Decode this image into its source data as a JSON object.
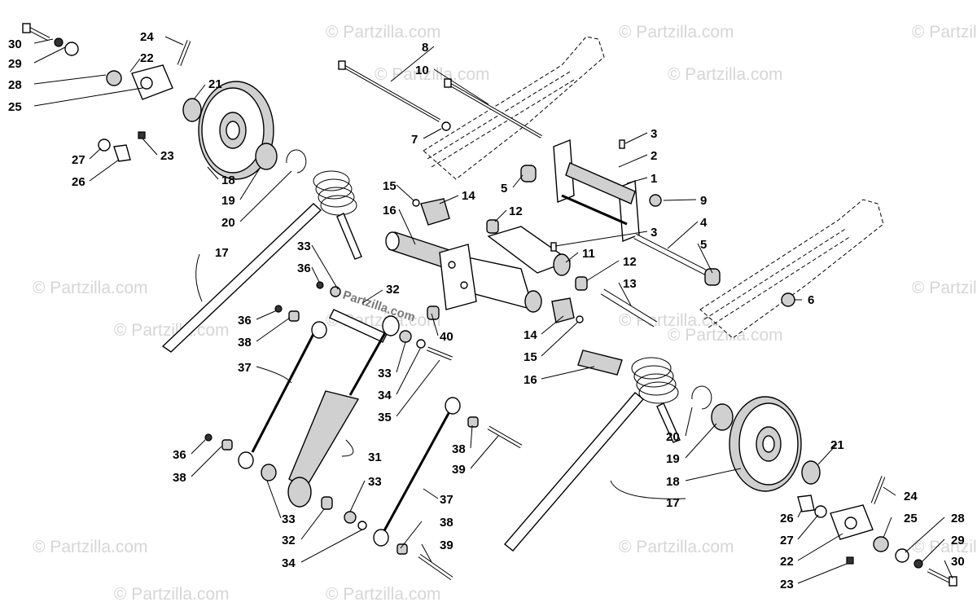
{
  "watermark": {
    "text": "© Partzilla.com",
    "center_text": "Partzilla.com"
  },
  "callouts": [
    {
      "id": "c30a",
      "label": "30"
    },
    {
      "id": "c29a",
      "label": "29"
    },
    {
      "id": "c28a",
      "label": "28"
    },
    {
      "id": "c25a",
      "label": "25"
    },
    {
      "id": "c24a",
      "label": "24"
    },
    {
      "id": "c22a",
      "label": "22"
    },
    {
      "id": "c21a",
      "label": "21"
    },
    {
      "id": "c27a",
      "label": "27"
    },
    {
      "id": "c26a",
      "label": "26"
    },
    {
      "id": "c23a",
      "label": "23"
    },
    {
      "id": "c18a",
      "label": "18"
    },
    {
      "id": "c19a",
      "label": "19"
    },
    {
      "id": "c20a",
      "label": "20"
    },
    {
      "id": "c17a",
      "label": "17"
    },
    {
      "id": "c8",
      "label": "8"
    },
    {
      "id": "c10",
      "label": "10"
    },
    {
      "id": "c7",
      "label": "7"
    },
    {
      "id": "c3a",
      "label": "3"
    },
    {
      "id": "c2",
      "label": "2"
    },
    {
      "id": "c1",
      "label": "1"
    },
    {
      "id": "c9",
      "label": "9"
    },
    {
      "id": "c5a",
      "label": "5"
    },
    {
      "id": "c4",
      "label": "4"
    },
    {
      "id": "c5b",
      "label": "5"
    },
    {
      "id": "c6",
      "label": "6"
    },
    {
      "id": "c15a",
      "label": "15"
    },
    {
      "id": "c14a",
      "label": "14"
    },
    {
      "id": "c16a",
      "label": "16"
    },
    {
      "id": "c12a",
      "label": "12"
    },
    {
      "id": "c3b",
      "label": "3"
    },
    {
      "id": "c11",
      "label": "11"
    },
    {
      "id": "c12b",
      "label": "12"
    },
    {
      "id": "c13",
      "label": "13"
    },
    {
      "id": "c14b",
      "label": "14"
    },
    {
      "id": "c15b",
      "label": "15"
    },
    {
      "id": "c16b",
      "label": "16"
    },
    {
      "id": "c33a",
      "label": "33"
    },
    {
      "id": "c36a",
      "label": "36"
    },
    {
      "id": "c32a",
      "label": "32"
    },
    {
      "id": "c36b",
      "label": "36"
    },
    {
      "id": "c38a",
      "label": "38"
    },
    {
      "id": "c37a",
      "label": "37"
    },
    {
      "id": "c40",
      "label": "40"
    },
    {
      "id": "c33b",
      "label": "33"
    },
    {
      "id": "c34a",
      "label": "34"
    },
    {
      "id": "c35",
      "label": "35"
    },
    {
      "id": "c36c",
      "label": "36"
    },
    {
      "id": "c38b",
      "label": "38"
    },
    {
      "id": "c31",
      "label": "31"
    },
    {
      "id": "c33c",
      "label": "33"
    },
    {
      "id": "c33d",
      "label": "33"
    },
    {
      "id": "c32b",
      "label": "32"
    },
    {
      "id": "c34b",
      "label": "34"
    },
    {
      "id": "c38c",
      "label": "38"
    },
    {
      "id": "c39a",
      "label": "39"
    },
    {
      "id": "c37b",
      "label": "37"
    },
    {
      "id": "c38d",
      "label": "38"
    },
    {
      "id": "c39b",
      "label": "39"
    },
    {
      "id": "c20b",
      "label": "20"
    },
    {
      "id": "c19b",
      "label": "19"
    },
    {
      "id": "c18b",
      "label": "18"
    },
    {
      "id": "c21b",
      "label": "21"
    },
    {
      "id": "c17b",
      "label": "17"
    },
    {
      "id": "c24b",
      "label": "24"
    },
    {
      "id": "c26b",
      "label": "26"
    },
    {
      "id": "c25b",
      "label": "25"
    },
    {
      "id": "c27b",
      "label": "27"
    },
    {
      "id": "c28b",
      "label": "28"
    },
    {
      "id": "c29b",
      "label": "29"
    },
    {
      "id": "c22b",
      "label": "22"
    },
    {
      "id": "c30b",
      "label": "30"
    },
    {
      "id": "c23b",
      "label": "23"
    }
  ]
}
